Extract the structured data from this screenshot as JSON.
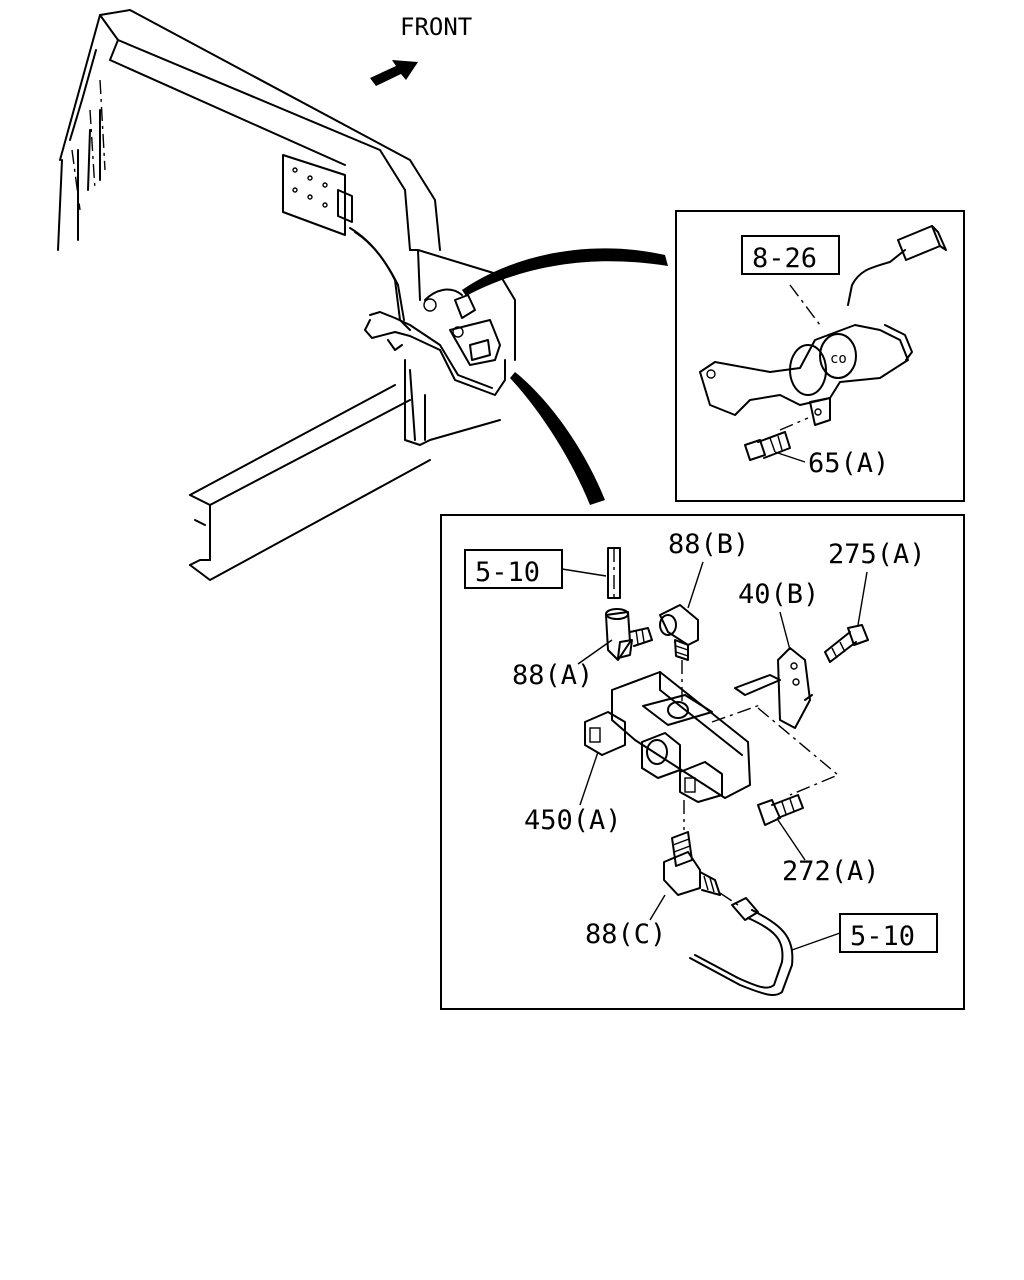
{
  "direction_label": "FRONT",
  "parts": {
    "ref_8_26": "8-26",
    "part_65a": "65(A)",
    "ref_5_10_top": "5-10",
    "part_88b": "88(B)",
    "part_275a": "275(A)",
    "part_40b": "40(B)",
    "part_88a": "88(A)",
    "part_450a": "450(A)",
    "part_272a": "272(A)",
    "part_88c": "88(C)",
    "ref_5_10_bottom": "5-10"
  }
}
